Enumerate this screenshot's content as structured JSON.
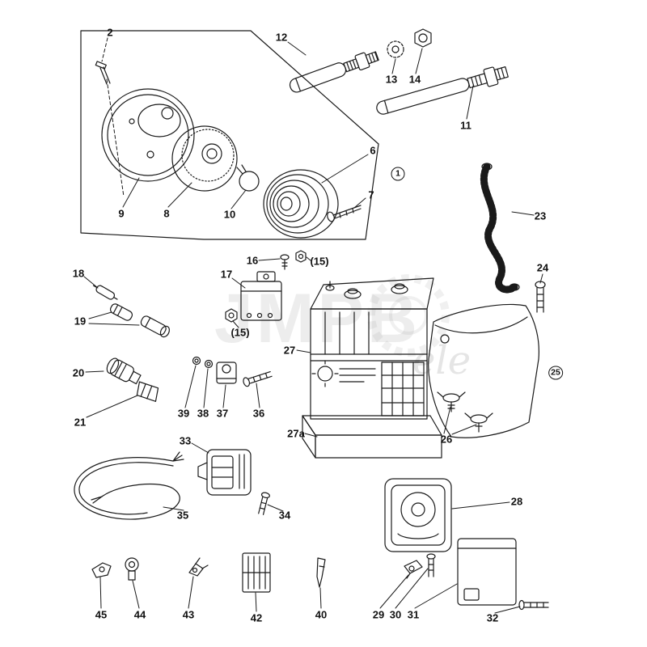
{
  "diagram": {
    "type": "exploded-parts-diagram",
    "ink_color": "#1a1a1a",
    "watermark": {
      "main": "JMPB",
      "script": "ele"
    },
    "labels": {
      "p1": "1",
      "p2": "2",
      "p6": "6",
      "p7": "7",
      "p8": "8",
      "p9": "9",
      "p10": "10",
      "p11": "11",
      "p12": "12",
      "p13": "13",
      "p14": "14",
      "p15a": "(15)",
      "p15b": "(15)",
      "p16": "16",
      "p17": "17",
      "p18": "18",
      "p19": "19",
      "p20": "20",
      "p21": "21",
      "p23": "23",
      "p24": "24",
      "p25": "25",
      "p26": "26",
      "p27": "27",
      "p27a": "27a",
      "p28": "28",
      "p29": "29",
      "p30": "30",
      "p31": "31",
      "p32": "32",
      "p33": "33",
      "p34": "34",
      "p35": "35",
      "p36": "36",
      "p37": "37",
      "p38": "38",
      "p39": "39",
      "p40": "40",
      "p42": "42",
      "p43": "43",
      "p44": "44",
      "p45": "45"
    }
  }
}
